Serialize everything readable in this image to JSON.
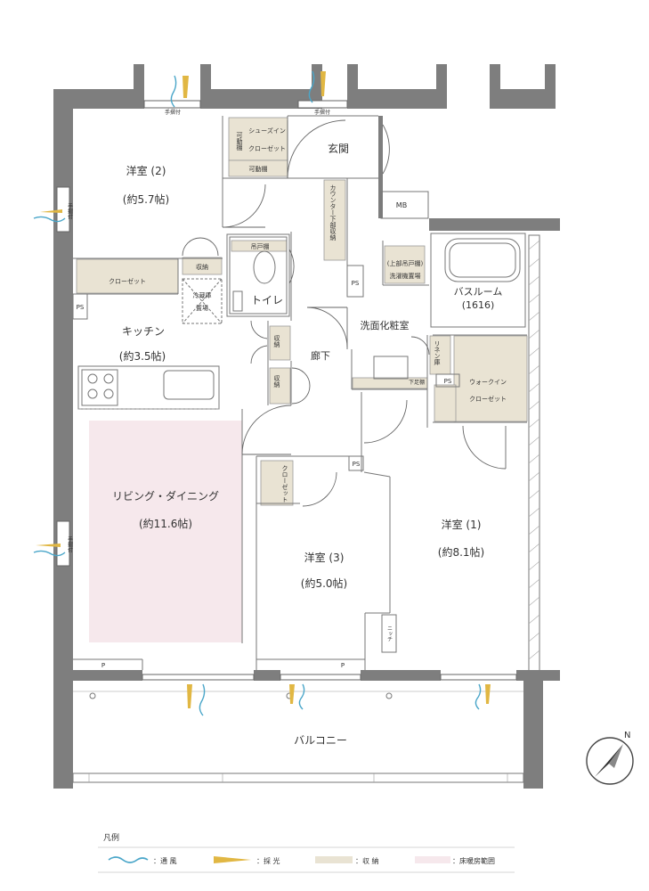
{
  "rooms": {
    "western2_name": "洋室 (2)",
    "western2_size": "(約5.7帖)",
    "kitchen_name": "キッチン",
    "kitchen_size": "(約3.5帖)",
    "living_name": "リビング・ダイニング",
    "living_size": "(約11.6帖)",
    "western3_name": "洋室 (3)",
    "western3_size": "(約5.0帖)",
    "western1_name": "洋室 (1)",
    "western1_size": "(約8.1帖)",
    "entrance": "玄関",
    "toilet": "トイレ",
    "bathroom_name": "バスルーム",
    "bathroom_size": "(1616)",
    "washroom": "洗面化粧室",
    "hallway": "廊下",
    "balcony": "バルコニー"
  },
  "storage": {
    "shoes_in_closet_1": "シューズイン",
    "shoes_in_closet_2": "クローゼット",
    "movable_shelf_v": "可動棚",
    "movable_shelf_h": "可動棚",
    "closet_w2": "クローゼット",
    "shuno_w2": "収納",
    "shuno_hall1": "収納",
    "shuno_hall2": "収納",
    "walk_in_1": "ウォークイン",
    "walk_in_2": "クローゼット",
    "closet_w3": "クローゼット",
    "linen": "リネン庫",
    "counter_storage": "カウンター下部収納",
    "toilet_storage": "吊戸棚",
    "wash_storage_1": "(上部吊戸棚)",
    "wash_storage_2": "洗濯機置場",
    "fridge_1": "冷蔵庫",
    "fridge_2": "置場"
  },
  "fixtures": {
    "ps_labels": [
      "PS",
      "PS",
      "PS",
      "PS"
    ],
    "mb": "MB",
    "p_labels": [
      "P",
      "P"
    ],
    "handrail_labels": [
      "手摺付",
      "手摺付"
    ],
    "side_handrail_labels": [
      "手摺付",
      "手摺付"
    ],
    "niche": "ニッチ",
    "towel": "下足棚"
  },
  "legend": {
    "title": "凡例",
    "ventilation": "：通 風",
    "lighting": "：採 光",
    "storage": "：収 納",
    "floor_heating": "：床暖房範囲"
  },
  "colors": {
    "wall": "#7e7e7e",
    "storage": "#e9e3d3",
    "floor_heating": "#f6e8ec",
    "ventilation": "#4aa6c9",
    "lighting": "#e1b743"
  },
  "icons": {
    "compass": "north-arrow-icon"
  }
}
